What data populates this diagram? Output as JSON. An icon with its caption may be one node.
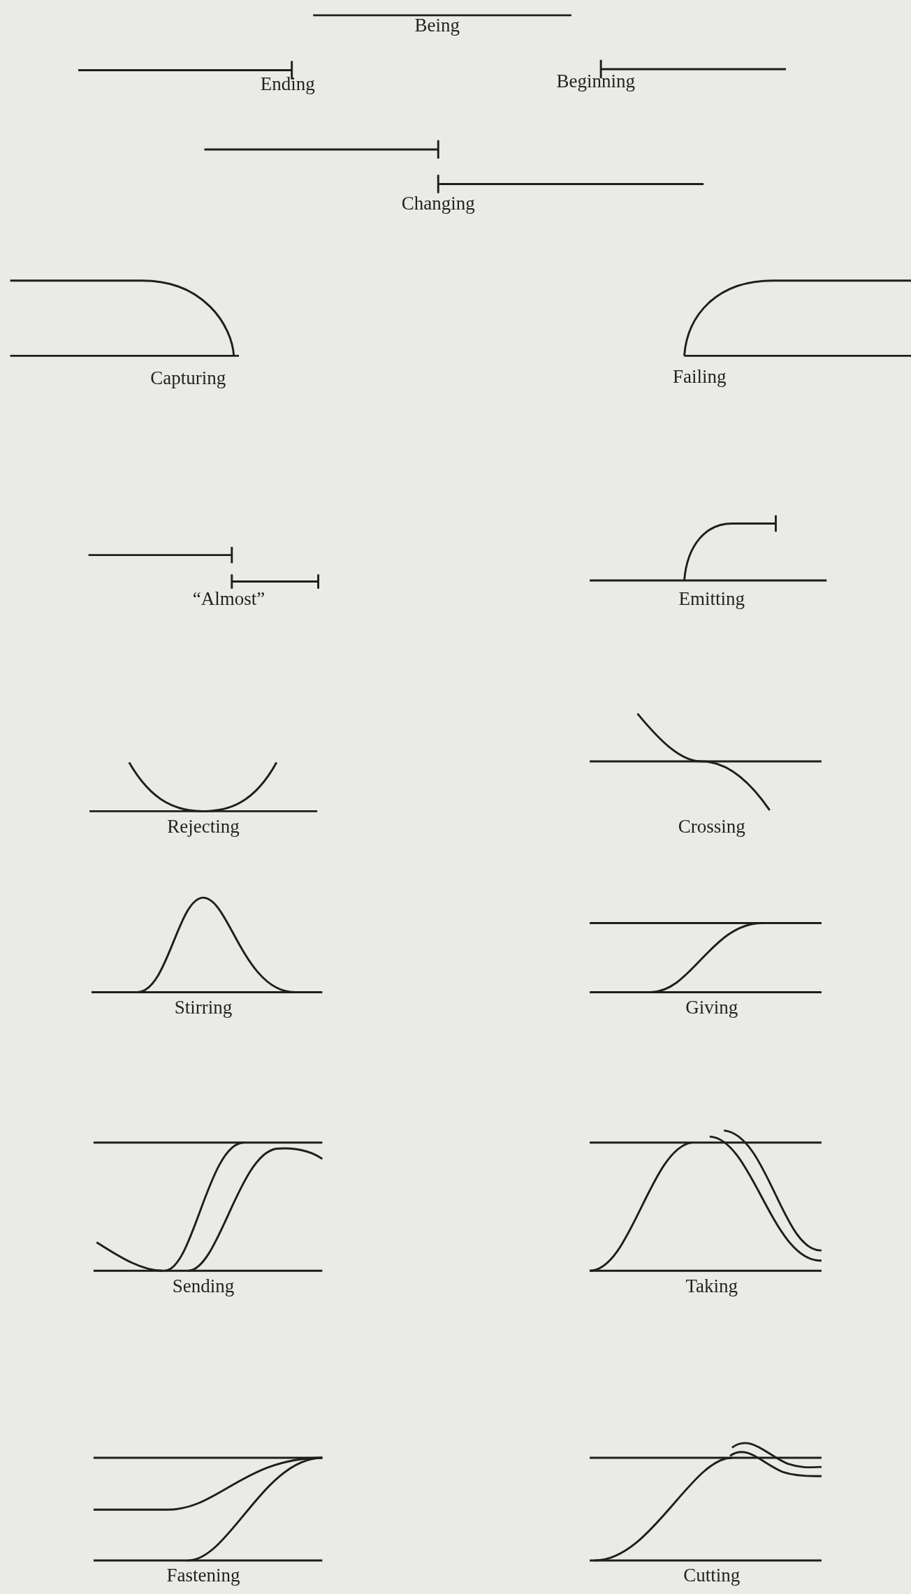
{
  "diagram": {
    "labels": [
      "Being",
      "Ending",
      "Beginning",
      "Changing",
      "Capturing",
      "Failing",
      "“Almost”",
      "Emitting",
      "Rejecting",
      "Crossing",
      "Stirring",
      "Giving",
      "Sending",
      "Taking",
      "Fastening",
      "Cutting"
    ]
  }
}
